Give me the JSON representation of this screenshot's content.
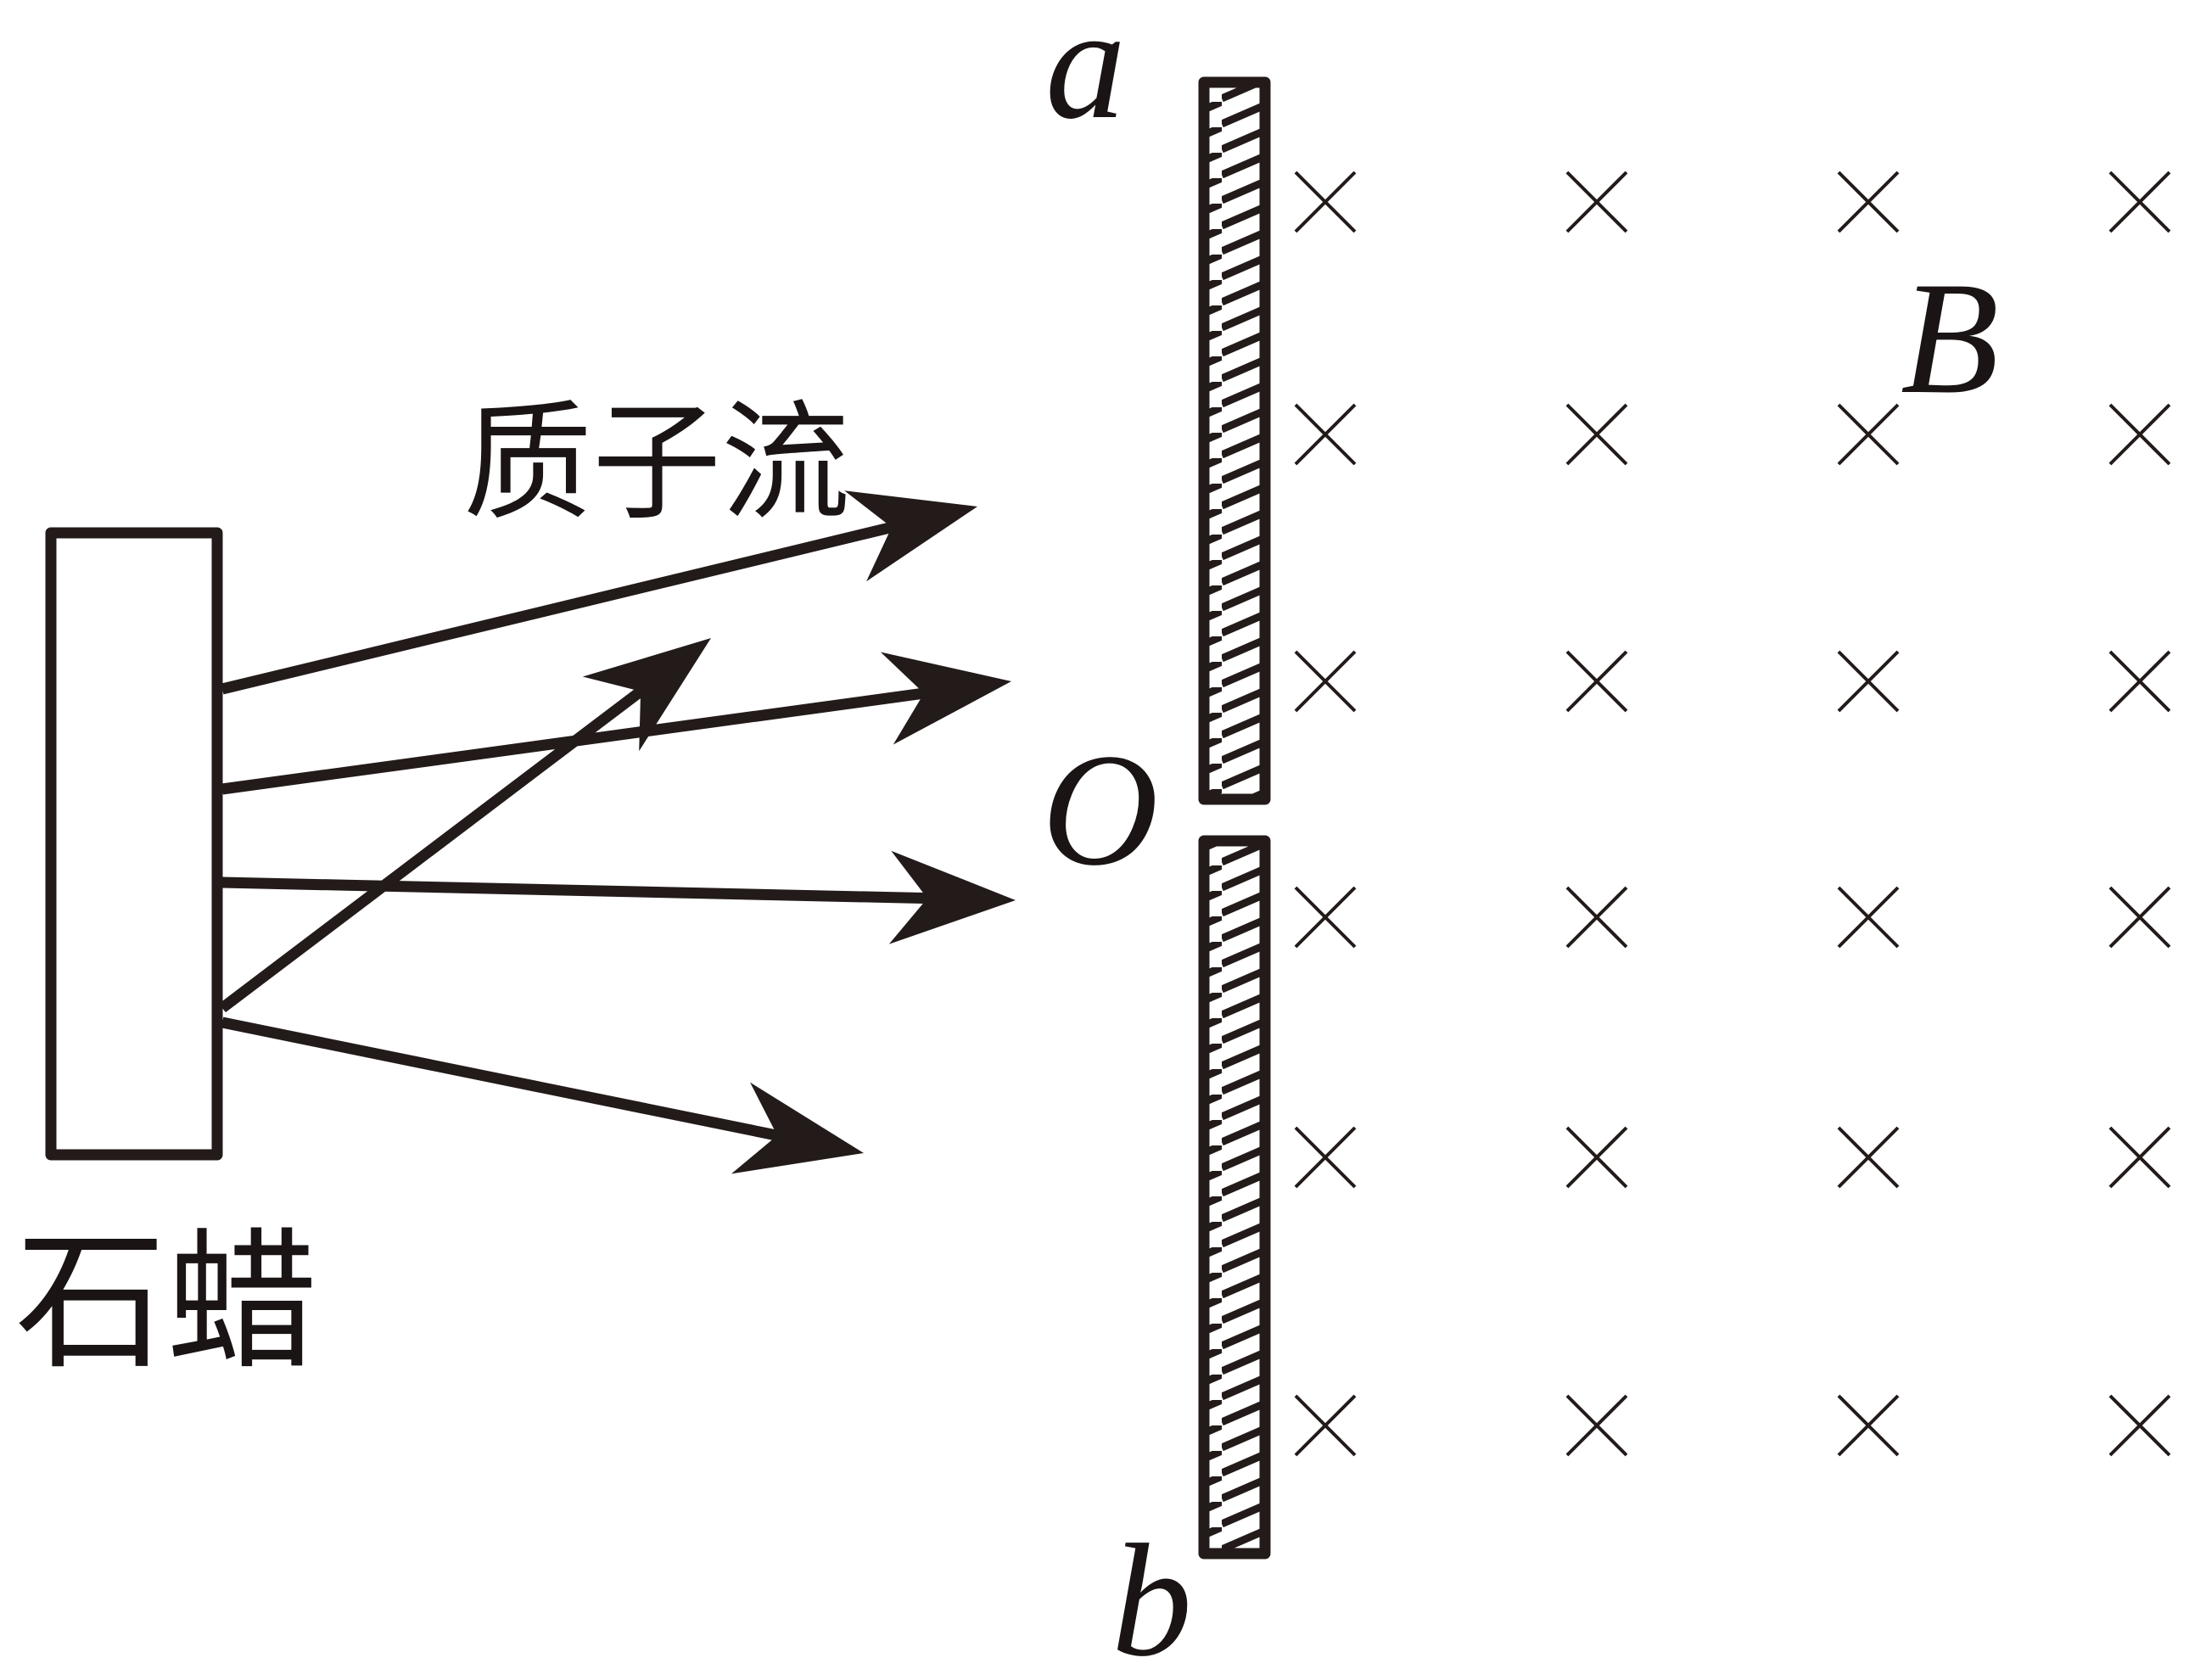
{
  "labels": {
    "paraffin": "石蜡",
    "proton_stream": "质子流",
    "point_a": "a",
    "point_b": "b",
    "point_O": "O",
    "field": "B"
  },
  "field_marker_symbol": "×",
  "colors": {
    "ink": "#231b1a",
    "background": "#ffffff"
  }
}
